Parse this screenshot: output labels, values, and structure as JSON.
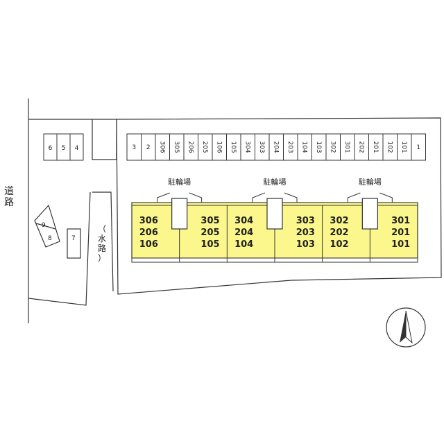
{
  "road_label": "道路",
  "waterway_label": "（水路）",
  "bicycle_parking_label": "駐輪場",
  "colors": {
    "building_fill": "#fbf78c",
    "line": "#333333",
    "background": "#ffffff"
  },
  "north_arrow": "north-arrow-icon",
  "parking_left": [
    "6",
    "5",
    "4"
  ],
  "parking_top": [
    "3",
    "2",
    "306",
    "305",
    "206",
    "205",
    "106",
    "105",
    "304",
    "303",
    "204",
    "203",
    "104",
    "103",
    "302",
    "301",
    "202",
    "201",
    "102",
    "101",
    "1"
  ],
  "parking_side": {
    "small": [
      "9",
      "8"
    ],
    "single": "7"
  },
  "units": [
    [
      "306",
      "206",
      "106"
    ],
    [
      "305",
      "205",
      "105"
    ],
    [
      "304",
      "204",
      "104"
    ],
    [
      "303",
      "203",
      "103"
    ],
    [
      "302",
      "202",
      "102"
    ],
    [
      "301",
      "201",
      "101"
    ]
  ]
}
